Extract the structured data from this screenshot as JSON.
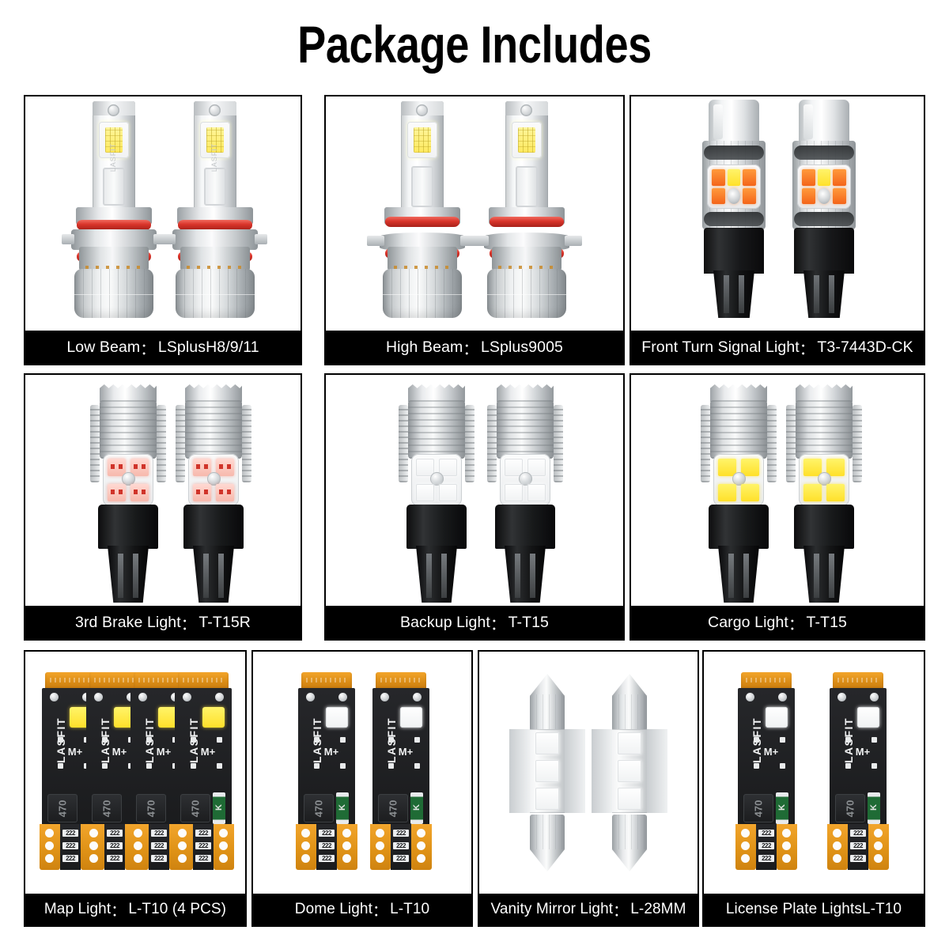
{
  "header": {
    "title": "Package Includes"
  },
  "brand": {
    "name": "LASFIT",
    "pcb_marks": {
      "polarity": "M+",
      "inductor": "470",
      "diode": "K",
      "resistor": "222"
    }
  },
  "rows": [
    {
      "cells": [
        {
          "id": "low-beam",
          "name_label": "Low Beam",
          "sep": "：",
          "model": "LSplusH8/9/11",
          "bulb_type": "headlight",
          "led_color": "#ffe95e",
          "qty": 2
        },
        {
          "id": "high-beam",
          "name_label": "High Beam",
          "sep": "：",
          "model": "LSplus9005",
          "bulb_type": "headlight-hi",
          "led_color": "#ffe95e",
          "qty": 2
        },
        {
          "id": "front-turn-signal",
          "name_label": "Front Turn Signal Light",
          "sep": "：",
          "model": "T3-7443D-CK",
          "bulb_type": "7443",
          "led_color": "#f4651a",
          "qty": 2
        }
      ]
    },
    {
      "cells": [
        {
          "id": "third-brake",
          "name_label": "3rd Brake Light",
          "sep": "：",
          "model": "T-T15R",
          "bulb_type": "t15",
          "led_color": "#d0342a",
          "qty": 2
        },
        {
          "id": "backup",
          "name_label": "Backup Light",
          "sep": "：",
          "model": "T-T15",
          "bulb_type": "t15",
          "led_color": "#ffffff",
          "qty": 2
        },
        {
          "id": "cargo",
          "name_label": "Cargo Light",
          "sep": "：",
          "model": "T-T15",
          "bulb_type": "t15",
          "led_color": "#ffe02a",
          "qty": 2
        }
      ]
    },
    {
      "cells": [
        {
          "id": "map-light",
          "name_label": "Map Light",
          "sep": "：",
          "model": "L-T10 (4 PCS)",
          "bulb_type": "t10",
          "led_color": "#ffe02a",
          "qty": 4
        },
        {
          "id": "dome-light",
          "name_label": "Dome Light",
          "sep": "：",
          "model": "L-T10",
          "bulb_type": "t10",
          "led_color": "#ffe02a",
          "qty": 2
        },
        {
          "id": "vanity-mirror",
          "name_label": "Vanity Mirror Light",
          "sep": "：",
          "model": "L-28MM",
          "bulb_type": "festoon",
          "led_color": "#fff8c0",
          "qty": 2
        },
        {
          "id": "license-plate",
          "name_label": "License Plate Lights",
          "sep": " ",
          "model": "L-T10",
          "bulb_type": "t10",
          "led_color": "#fffbe0",
          "qty": 2
        }
      ]
    }
  ],
  "colors": {
    "background": "#ffffff",
    "border": "#000000",
    "label_bar": "#000000",
    "label_text": "#ffffff",
    "gasket_red": "#d8342a",
    "pcb_black": "#1a1b1d",
    "pcb_gold": "#e09317",
    "metal_silver": "#c8ccce"
  }
}
